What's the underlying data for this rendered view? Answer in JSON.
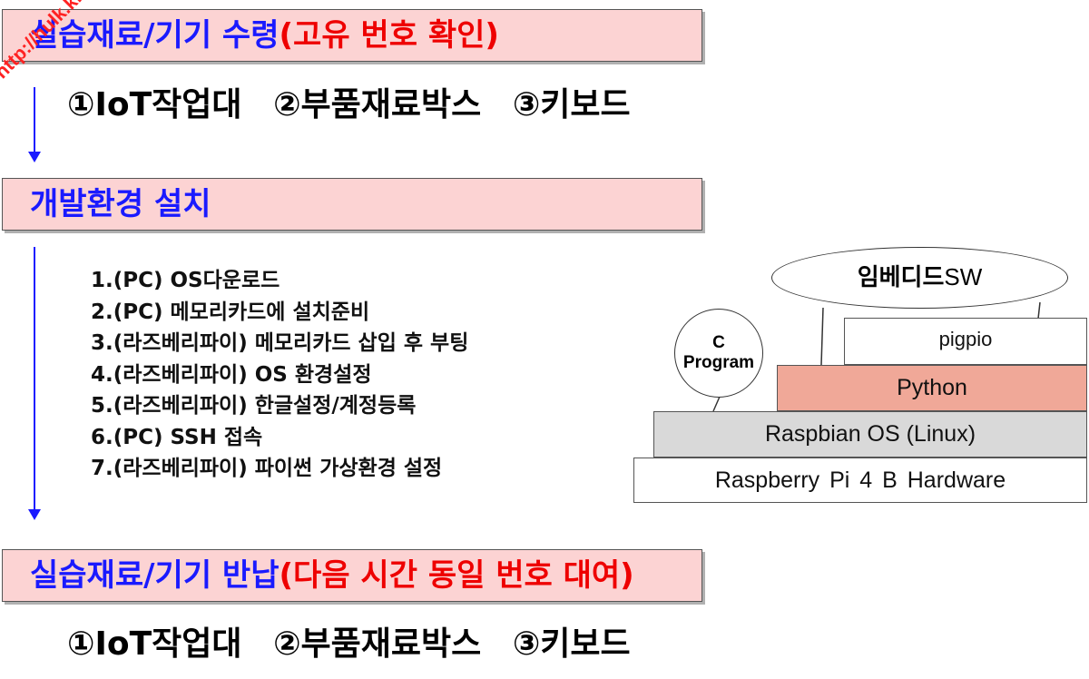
{
  "watermark": "http://hulk.kr",
  "section1": {
    "title_blue": "실습재료/기기 수령",
    "title_red": "(고유 번호 확인)",
    "items": [
      "①IoT작업대",
      "②부품재료박스",
      "③키보드"
    ]
  },
  "section2": {
    "title": "개발환경 설치",
    "steps": [
      "1.(PC) OS다운로드",
      "2.(PC) 메모리카드에 설치준비",
      "3.(라즈베리파이) 메모리카드 삽입 후 부팅",
      "4.(라즈베리파이) OS 환경설정",
      "5.(라즈베리파이) 한글설정/계정등록",
      "6.(PC) SSH 접속",
      "7.(라즈베리파이) 파이썬 가상환경 설정"
    ]
  },
  "section3": {
    "title_blue": "실습재료/기기 반납",
    "title_red": "(다음 시간 동일 번호 대여)",
    "items": [
      "①IoT작업대",
      "②부품재료박스",
      "③키보드"
    ]
  },
  "stack": {
    "embedded_label_ko": "임베디드",
    "embedded_label_en": "SW",
    "c_program_line1": "C",
    "c_program_line2": "Program",
    "pigpio": "pigpio",
    "python": "Python",
    "os": "Raspbian OS (Linux)",
    "hardware": "Raspberry  Pi 4 B  Hardware"
  },
  "colors": {
    "banner_bg": "#fcd3d3",
    "title_blue": "#1a1aff",
    "title_red": "#ee0000",
    "python_bg": "#f0a898",
    "os_bg": "#d9d9d9",
    "arrow": "#1a1aff"
  }
}
